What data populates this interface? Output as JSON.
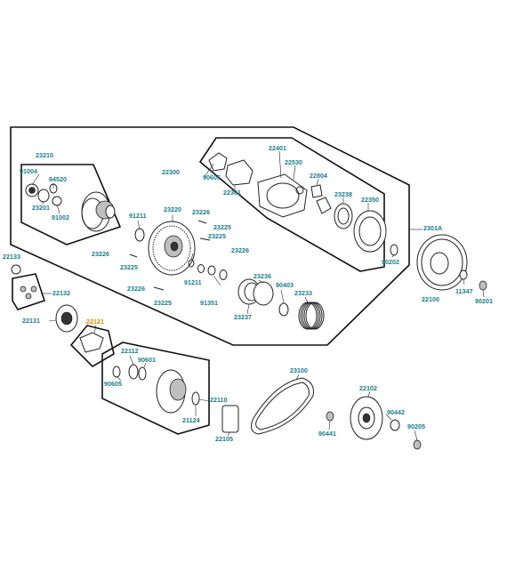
{
  "diagram": {
    "labels": {
      "p23210": "23210",
      "p91004": "91004",
      "p94520": "94520",
      "p23201": "23201",
      "p91002": "91002",
      "p91211a": "91211",
      "p23220": "23220",
      "p23226a": "23226",
      "p23225a": "23225",
      "p23226b": "23226",
      "p23225b": "23225",
      "p23226c": "23226",
      "p23226d": "23226",
      "p23225c": "23225",
      "p23225d": "23225",
      "p91211b": "91211",
      "p91351": "91351",
      "p23237": "23237",
      "p23236": "23236",
      "p90403": "90403",
      "p23233": "23233",
      "p22300": "22300",
      "p90605a": "90605",
      "p22361": "22361",
      "p22401": "22401",
      "p22530": "22530",
      "p22804": "22804",
      "p23238": "23238",
      "p22350": "22350",
      "p90202": "90202",
      "p2301A": "2301A",
      "p22100": "22100",
      "p11347": "11347",
      "p90201": "90201",
      "p22133": "22133",
      "p22132": "22132",
      "p22131": "22131",
      "p22121": "22121",
      "p22112": "22112",
      "p90601": "90601",
      "p90605b": "90605",
      "p22110": "22110",
      "p21124": "21124",
      "p22105": "22105",
      "p23100": "23100",
      "p22102": "22102",
      "p90442": "90442",
      "p90441": "90441",
      "p90205": "90205"
    }
  }
}
